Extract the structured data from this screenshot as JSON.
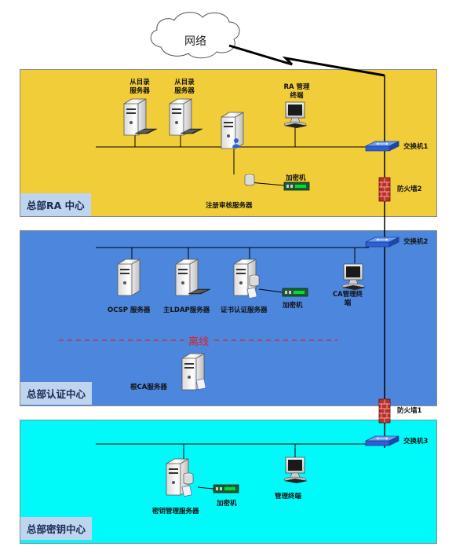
{
  "cloud": {
    "label": "网络"
  },
  "zones": {
    "ra": {
      "label": "总部RA 中心"
    },
    "auth": {
      "label": "总部认证中心"
    },
    "key": {
      "label": "总部密钥中心"
    }
  },
  "ra": {
    "dir_server_1": "从目录\n服务器",
    "dir_server_2": "从目录\n服务器",
    "ra_terminal": "RA 管理\n终端",
    "switch": "交换机1",
    "firewall": "防火墙2",
    "crypto": "加密机",
    "reg_server": "注册审核服务器"
  },
  "auth": {
    "switch": "交换机2",
    "ocsp": "OCSP 服务器",
    "ldap": "主LDAP服务器",
    "cert_server": "证书认证服务器",
    "crypto": "加密机",
    "ca_terminal": "CA管理终\n端",
    "offline": "离线",
    "root_ca": "根CA服务器",
    "firewall": "防火墙1"
  },
  "key": {
    "switch": "交换机3",
    "km_server": "密钥管理服务器",
    "crypto": "加密机",
    "terminal": "管理终端"
  },
  "colors": {
    "ra_zone": "#f2cd3a",
    "auth_zone": "#4c86dd",
    "key_zone": "#00fafa",
    "offline_line": "#e02020",
    "switch": "#3a6fd8",
    "firewall": "#c0302a"
  }
}
